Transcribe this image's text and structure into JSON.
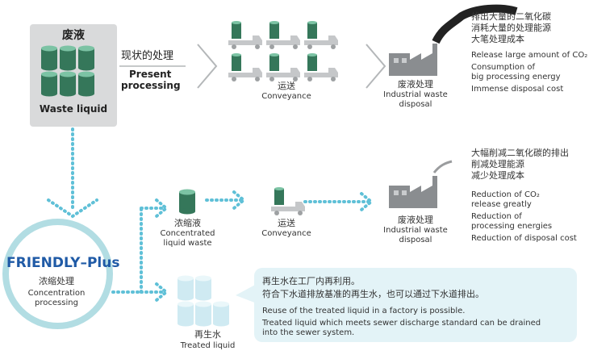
{
  "colors": {
    "tank_green": "#35775a",
    "tank_light": "#7cc3a4",
    "tank_blue": "#cfeaf2",
    "dotted_line": "#5fc0d7",
    "arrow_gray": "#b4b7b9",
    "friendly_blue": "#1f5aa6",
    "factory_gray": "#8a8d90"
  },
  "waste": {
    "zh": "废液",
    "en": "Waste liquid"
  },
  "present": {
    "zh": "现状的处理",
    "en_line1": "Present",
    "en_line2": "processing"
  },
  "conveyance_top": {
    "zh": "运送",
    "en": "Conveyance"
  },
  "disposal_top": {
    "zh": "废液处理",
    "en_line1": "Industrial waste",
    "en_line2": "disposal"
  },
  "present_issues": {
    "zh": [
      "排出大量的二氧化碳",
      "消耗大量的处理能源",
      "大笔处理成本"
    ],
    "en": [
      "Release large amount of CO₂",
      "Consumption of",
      "big processing energy",
      "Immense disposal cost"
    ]
  },
  "friendly": {
    "title": "FRIENDLY–Plus",
    "zh": "浓缩处理",
    "en_line1": "Concentration",
    "en_line2": "processing"
  },
  "concentrated": {
    "zh": "浓缩液",
    "en_line1": "Concentrated",
    "en_line2": "liquid waste"
  },
  "conveyance_mid": {
    "zh": "运送",
    "en": "Conveyance"
  },
  "disposal_mid": {
    "zh": "废液处理",
    "en_line1": "Industrial waste",
    "en_line2": "disposal"
  },
  "friendly_benefits": {
    "zh": [
      "大幅削减二氧化碳的排出",
      "削减处理能源",
      "减少处理成本"
    ],
    "en": [
      "Reduction of CO₂",
      "release greatly",
      "Reduction of",
      "processing energies",
      "Reduction of disposal cost"
    ]
  },
  "treated": {
    "zh": "再生水",
    "en": "Treated liquid"
  },
  "reuse": {
    "zh1": "再生水在工厂内再利用。",
    "zh2": "符合下水道排放基准的再生水，也可以通过下水道排出。",
    "en1": "Reuse of the treated liquid in a factory is possible.",
    "en2a": "Treated liquid which meets sewer discharge standard can be drained",
    "en2b": "into the sewer system."
  }
}
